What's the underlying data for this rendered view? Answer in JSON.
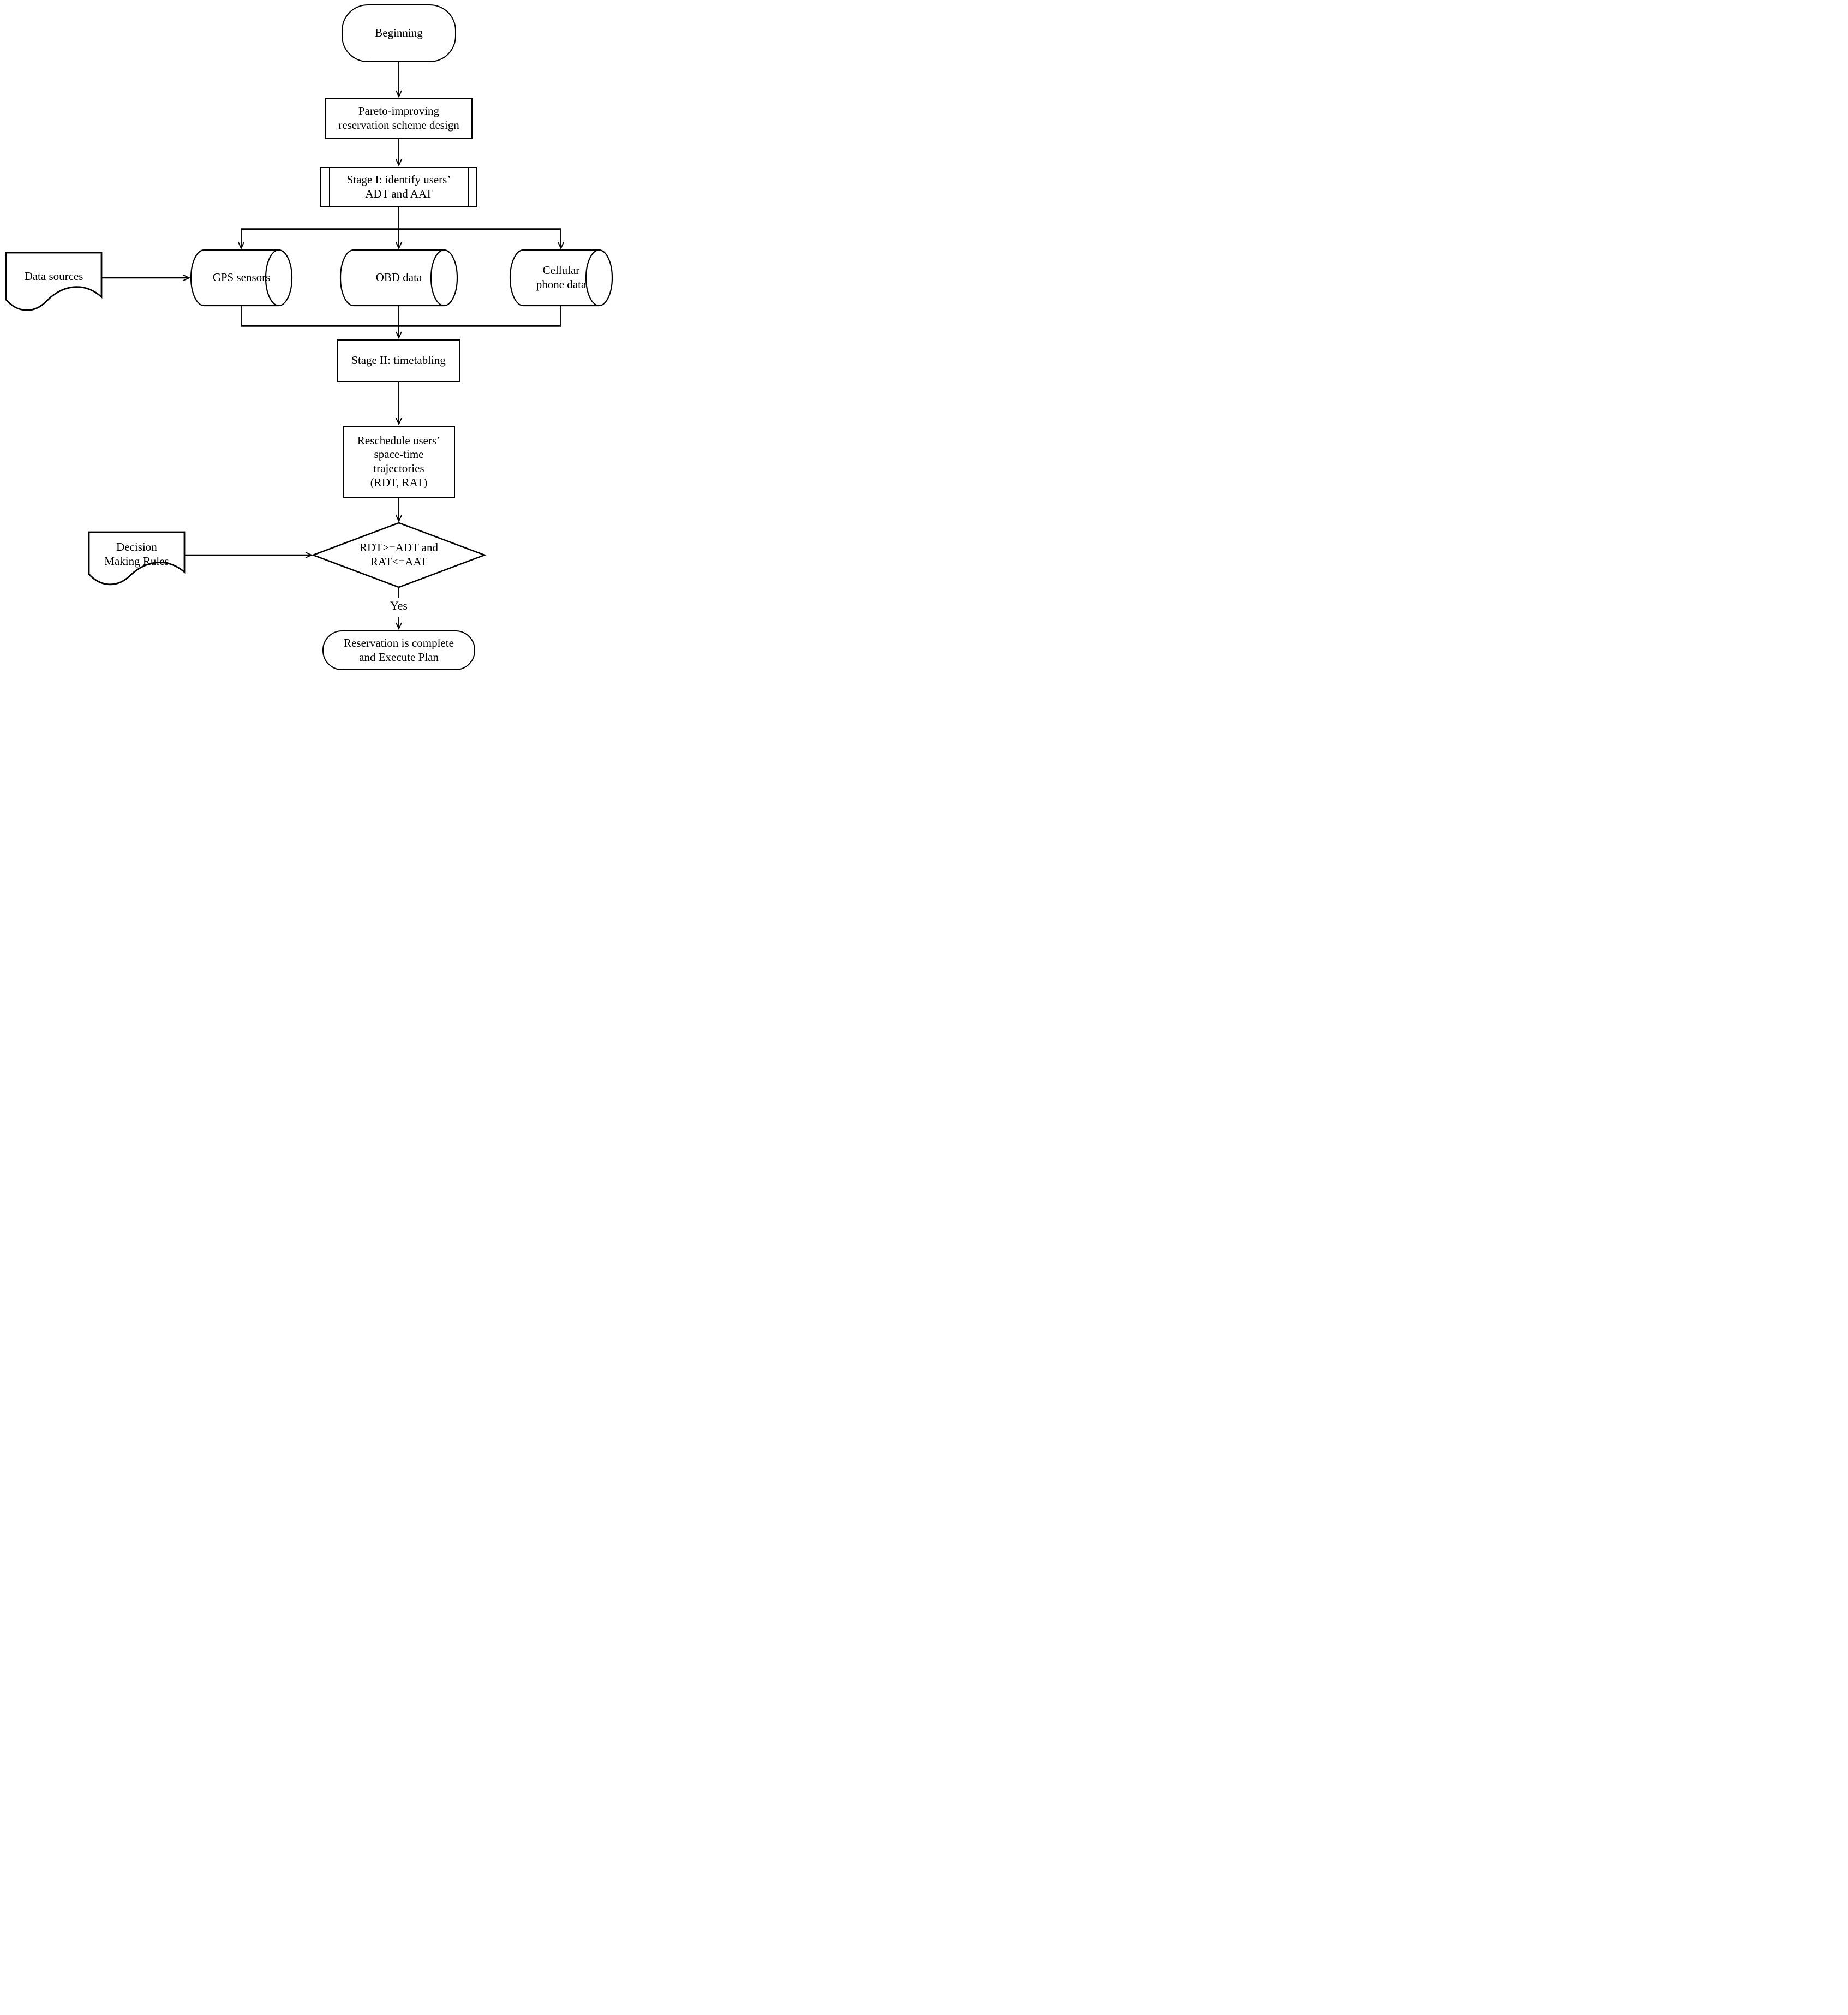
{
  "diagram": {
    "type": "flowchart",
    "background": "#ffffff",
    "stroke_color": "#000000",
    "nodes": {
      "beginning": "Beginning",
      "pareto": "Pareto-improving\nreservation scheme design",
      "stage1": "Stage I: identify users’\nADT and AAT",
      "data_sources": "Data sources",
      "gps": "GPS sensors",
      "obd": "OBD data",
      "cellular": "Cellular\nphone data",
      "stage2": "Stage II: timetabling",
      "reschedule": "Reschedule users’\nspace-time\ntrajectories\n(RDT, RAT)",
      "decision_rules": "Decision\nMaking Rules",
      "condition": "RDT>=ADT and\nRAT<=AAT",
      "complete": "Reservation is complete\nand Execute Plan"
    },
    "edge_labels": {
      "yes": "Yes"
    }
  }
}
